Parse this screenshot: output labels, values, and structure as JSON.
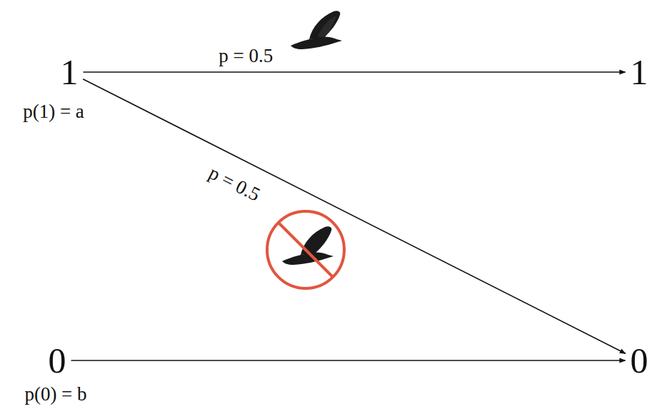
{
  "diagram": {
    "nodes": [
      {
        "text": [
          "1",
          "p(1) = a"
        ]
      },
      {
        "text": [
          "1"
        ]
      },
      {
        "text": [
          "0",
          "p(0) = b"
        ]
      },
      {
        "text": [
          "0"
        ]
      }
    ],
    "edges": [
      {
        "from": 0,
        "to": 1,
        "label": "p = 0.5",
        "arrow": "to"
      },
      {
        "from": 0,
        "to": 3,
        "label": "p = 0.5",
        "arrow": "to"
      },
      {
        "from": 2,
        "to": 3,
        "arrow": "to"
      }
    ]
  }
}
